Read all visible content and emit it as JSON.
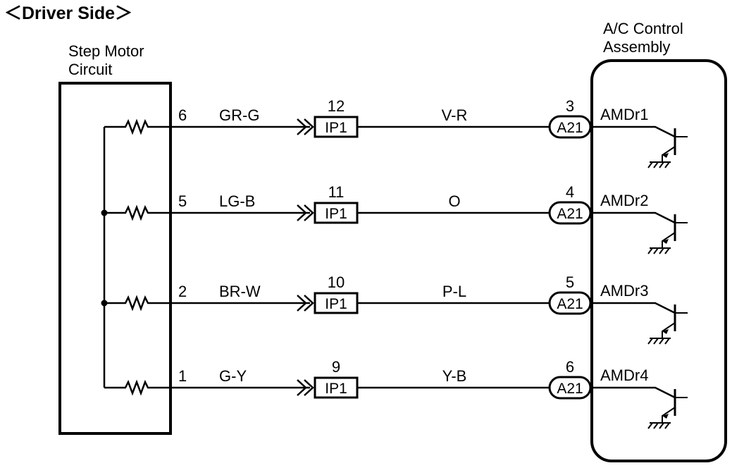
{
  "title": "＜Driver Side＞",
  "step_motor": {
    "label_line1": "Step Motor",
    "label_line2": "Circuit"
  },
  "ac_control": {
    "label_line1": "A/C Control",
    "label_line2": "Assembly"
  },
  "circuits": [
    {
      "motor_pin": "6",
      "wire_left": "GR-G",
      "ip_pin": "12",
      "ip_connector": "IP1",
      "wire_right": "V-R",
      "a_pin": "3",
      "a_connector": "A21",
      "terminal": "AMDr1"
    },
    {
      "motor_pin": "5",
      "wire_left": "LG-B",
      "ip_pin": "11",
      "ip_connector": "IP1",
      "wire_right": "O",
      "a_pin": "4",
      "a_connector": "A21",
      "terminal": "AMDr2"
    },
    {
      "motor_pin": "2",
      "wire_left": "BR-W",
      "ip_pin": "10",
      "ip_connector": "IP1",
      "wire_right": "P-L",
      "a_pin": "5",
      "a_connector": "A21",
      "terminal": "AMDr3"
    },
    {
      "motor_pin": "1",
      "wire_left": "G-Y",
      "ip_pin": "9",
      "ip_connector": "IP1",
      "wire_right": "Y-B",
      "a_pin": "6",
      "a_connector": "A21",
      "terminal": "AMDr4"
    }
  ]
}
